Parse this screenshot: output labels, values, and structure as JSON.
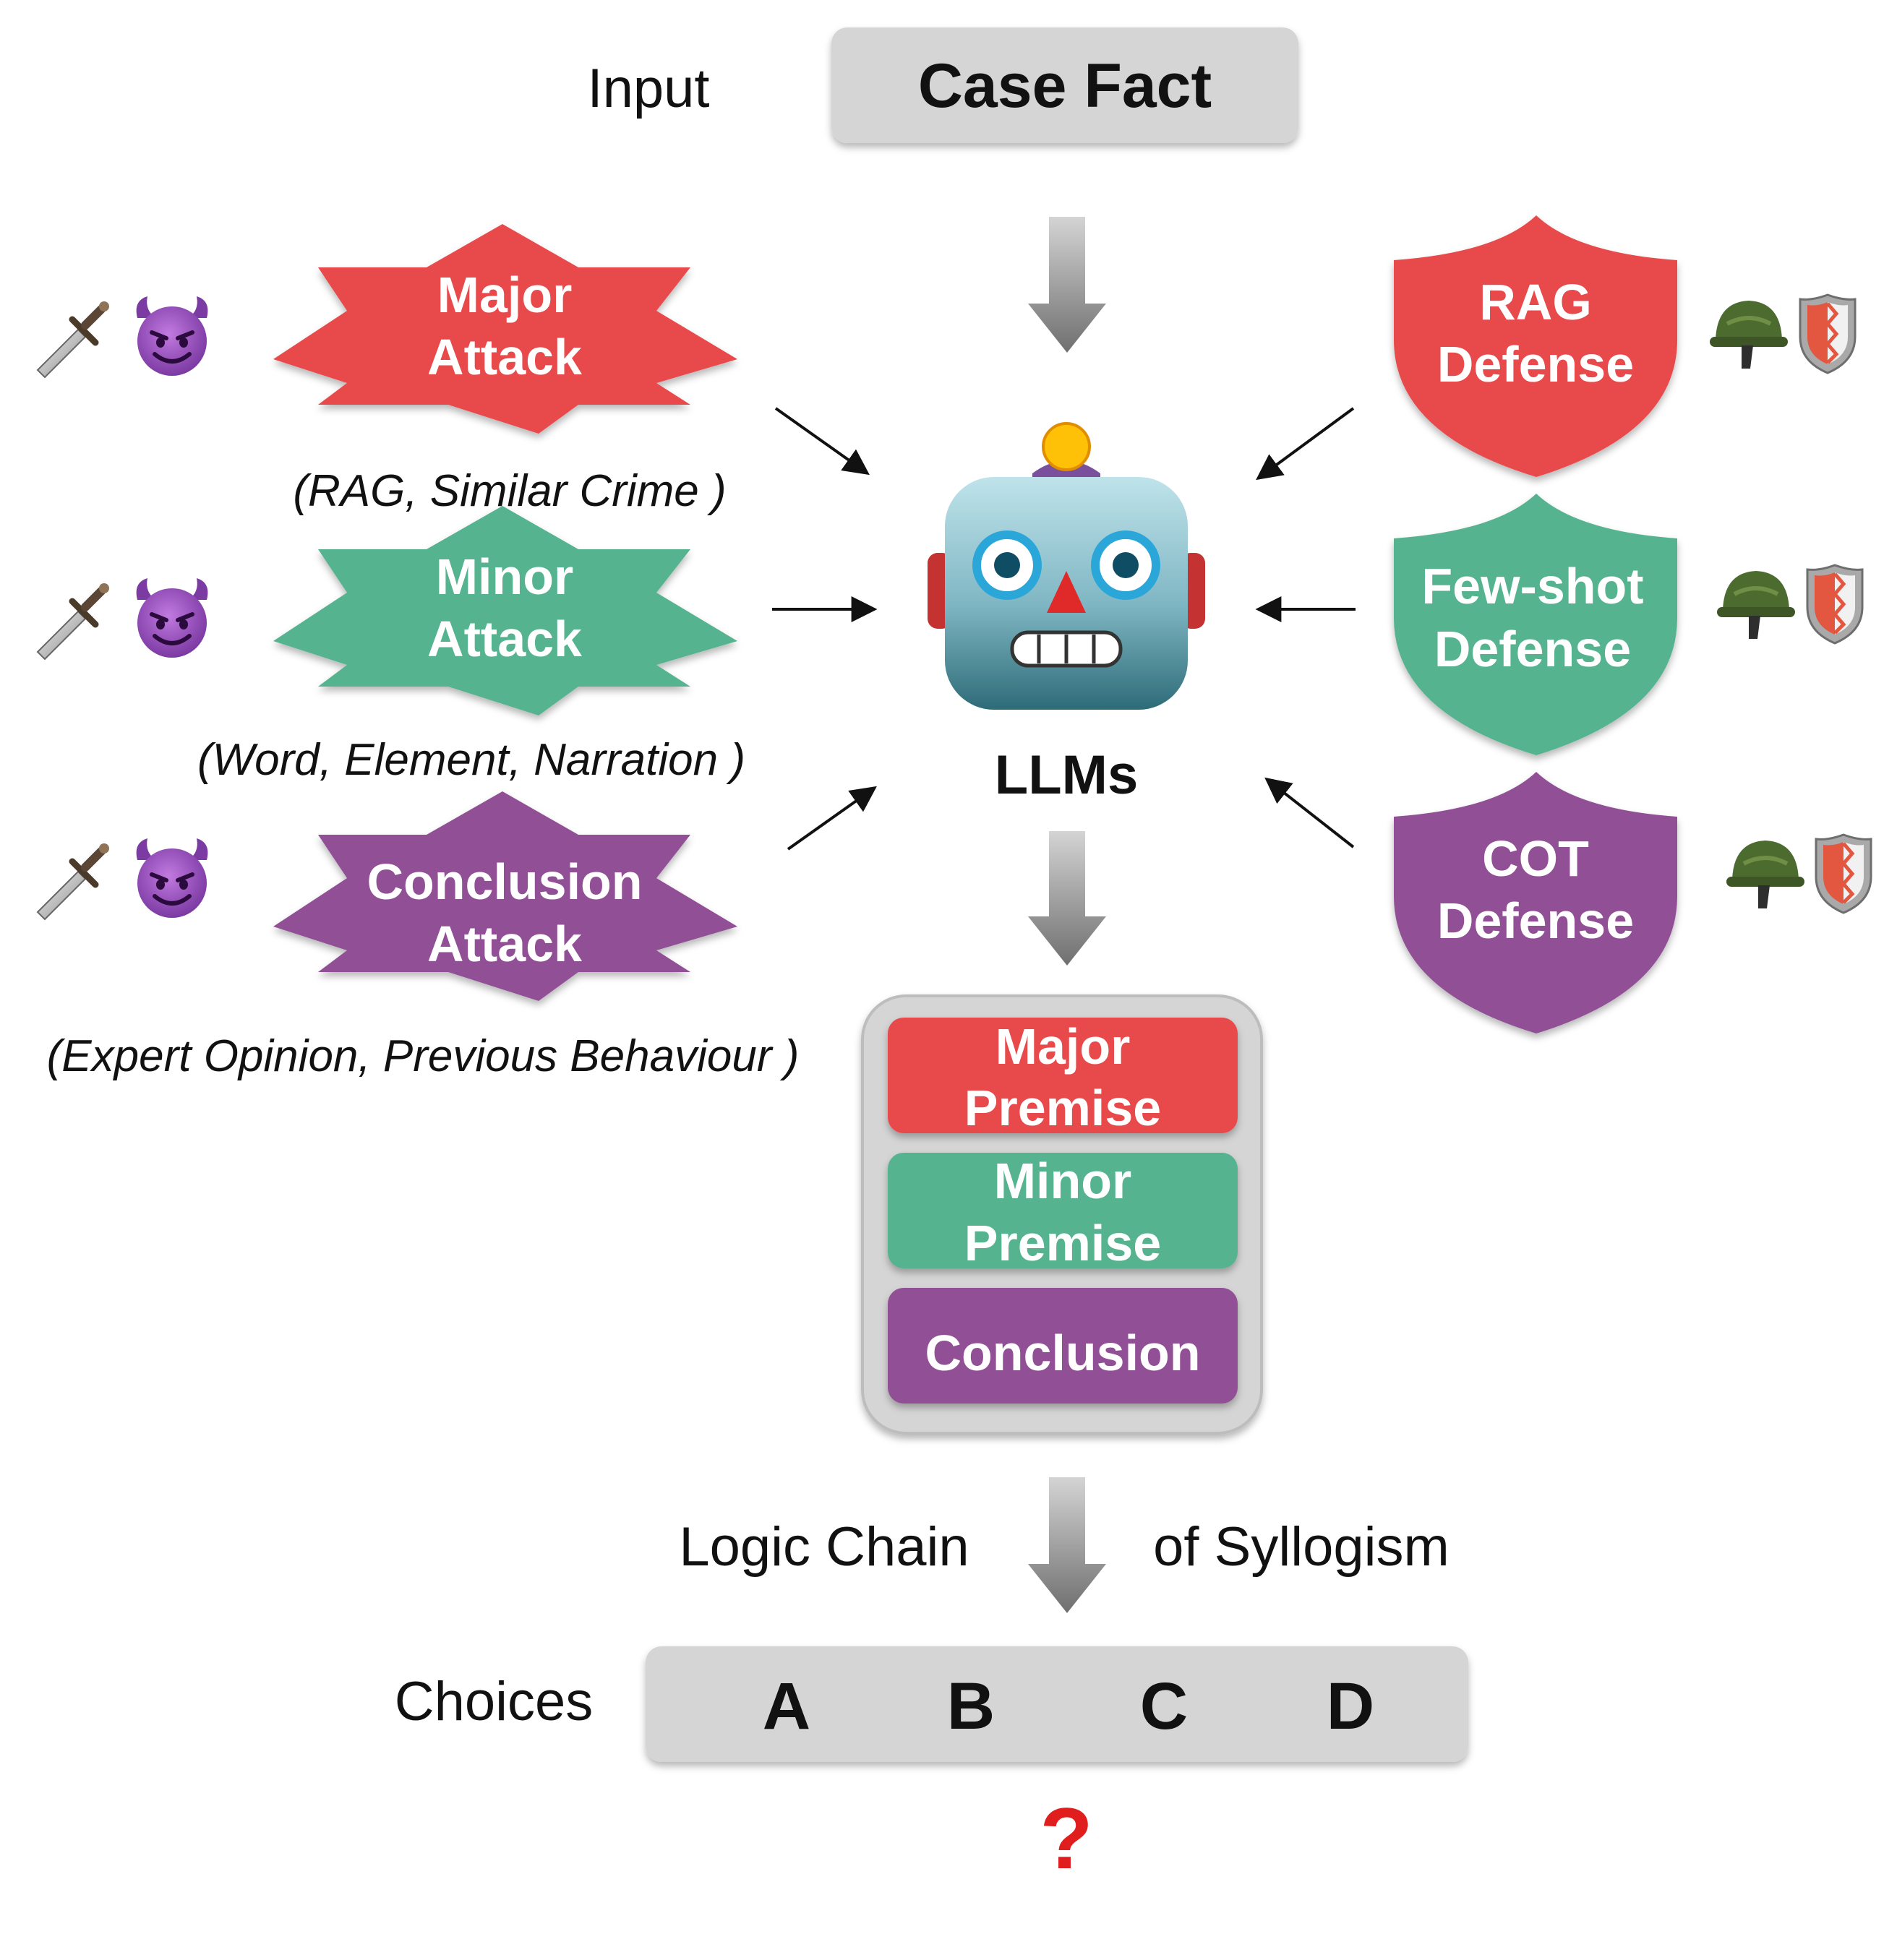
{
  "input_label": "Input",
  "case_fact": "Case Fact",
  "attacks": [
    {
      "line1": "Major",
      "line2": "Attack",
      "note": "(RAG, Similar Crime )",
      "color": "#e84a4c"
    },
    {
      "line1": "Minor",
      "line2": "Attack",
      "note": "(Word, Element, Narration )",
      "color": "#55b48f"
    },
    {
      "line1": "Conclusion",
      "line2": "Attack",
      "note": "(Expert Opinion, Previous Behaviour )",
      "color": "#914f96"
    }
  ],
  "defenses": [
    {
      "line1": "RAG",
      "line2": "Defense",
      "color": "#e84a4c"
    },
    {
      "line1": "Few-shot",
      "line2": "Defense",
      "color": "#55b48f"
    },
    {
      "line1": "COT",
      "line2": "Defense",
      "color": "#914f96"
    }
  ],
  "attack_icons": [
    "dagger-icon",
    "smiling-devil-icon"
  ],
  "defense_icons": [
    "military-helmet-icon",
    "shield-icon"
  ],
  "model_label": "LLMs",
  "model_icon": "robot-face-icon",
  "reasoning": [
    {
      "line1": "Major",
      "line2": "Premise",
      "color": "#e84a4c"
    },
    {
      "line1": "Minor",
      "line2": "Premise",
      "color": "#55b48f"
    },
    {
      "line1": "Conclusion",
      "line2": "",
      "color": "#914f96"
    }
  ],
  "chain_left": "Logic Chain",
  "chain_right": "of Syllogism",
  "choices_label": "Choices",
  "choices": [
    "A",
    "B",
    "C",
    "D"
  ],
  "question_mark": "?"
}
